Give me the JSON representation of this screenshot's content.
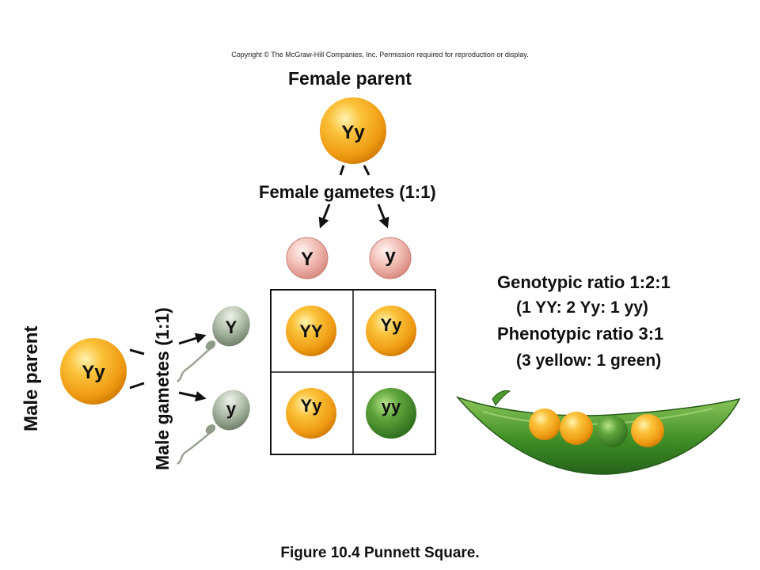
{
  "copyright": "Copyright © The McGraw-Hill Companies, Inc. Permission required for reproduction or display.",
  "female_parent": {
    "label": "Female parent",
    "genotype": "Yy"
  },
  "female_gametes": {
    "label": "Female gametes (1:1)",
    "alleles": [
      "Y",
      "y"
    ]
  },
  "male_parent": {
    "label": "Male parent",
    "genotype": "Yy"
  },
  "male_gametes": {
    "label": "Male gametes (1:1)",
    "alleles": [
      "Y",
      "y"
    ]
  },
  "punnett": {
    "cells": [
      "YY",
      "Yy",
      "Yy",
      "yy"
    ]
  },
  "ratios": {
    "genotypic": "Genotypic ratio 1:2:1",
    "genotypic_detail": "(1 YY: 2 Yy: 1 yy)",
    "phenotypic": "Phenotypic ratio 3:1",
    "phenotypic_detail": "(3 yellow: 1 green)"
  },
  "caption": "Figure 10.4 Punnett Square.",
  "colors": {
    "yellow": "#f2a21a",
    "green": "#3f8f2c",
    "gamete_pink": "#e8a49c",
    "pod": "#3c8a24"
  }
}
